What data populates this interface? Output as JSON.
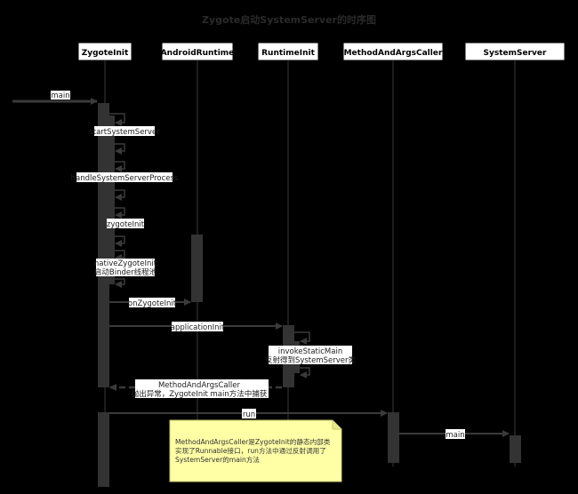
{
  "title": "Zygote启动SystemServer的时序图",
  "participants": [
    {
      "name": "ZygoteInit"
    },
    {
      "name": "AndroidRuntime"
    },
    {
      "name": "RuntimeInit"
    },
    {
      "name": "MethodAndArgsCaller"
    },
    {
      "name": "SystemServer"
    }
  ],
  "messages": {
    "main_in": "main",
    "start_system_server": "startSystemServer",
    "handle_system_server_process": "handleSystemServerProcess",
    "zygote_init": "zygoteInit",
    "native_zygote_init_1": "nativeZygoteInit",
    "native_zygote_init_2": "启动Binder线程池",
    "on_zygote_init": "onZygoteInit",
    "application_init": "applicationInit",
    "invoke_static_main_1": "invokeStaticMain",
    "invoke_static_main_2": "反射得到SystemServer类",
    "throw_1": "MethodAndArgsCaller",
    "throw_2": "抛出异常，ZygoteInit main方法中捕获",
    "run": "run",
    "main_call": "main"
  },
  "note": {
    "lines": [
      "MethodAndArgsCaller是ZygoteInit的静态内部类",
      "实现了Runnable接口，run方法中通过反射调用了",
      "SystemServer的main方法"
    ]
  },
  "colors": {
    "background": "#000000",
    "lines": "#3a3a3a",
    "activation": "#333333",
    "note": "#ffffa6"
  }
}
